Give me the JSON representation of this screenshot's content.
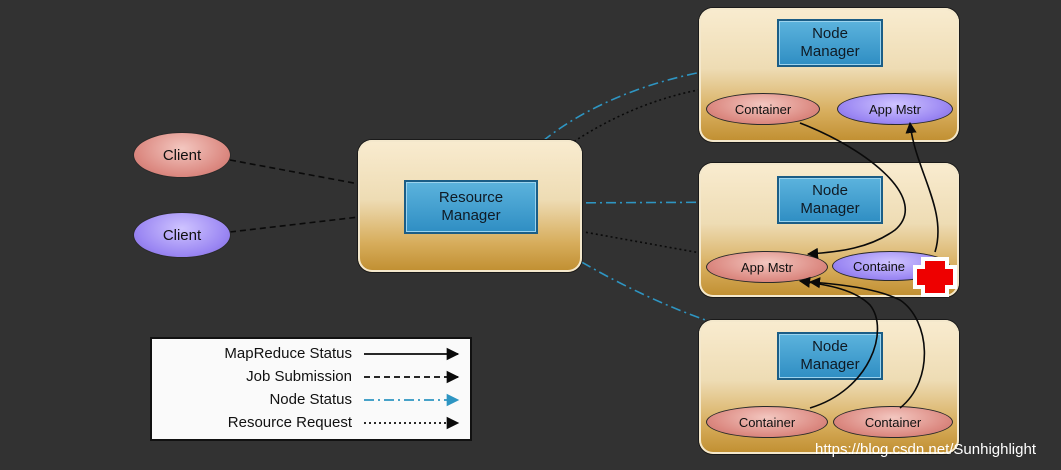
{
  "diagram": {
    "clients": [
      "Client",
      "Client"
    ],
    "resource_manager": [
      "Resource",
      "Manager"
    ],
    "node_manager": [
      "Node",
      "Manager"
    ],
    "container_label": "Container",
    "container_truncated_label": "Containe",
    "app_master_label": "App Mstr"
  },
  "legend": {
    "items": [
      "MapReduce Status",
      "Job Submission",
      "Node Status",
      "Resource Request"
    ]
  },
  "watermark": "https://blog.csdn.net/Sunhighlight",
  "colors": {
    "background": "#323232",
    "node_status_line": "#2e95c2",
    "failure_marker": "#ee0000"
  }
}
